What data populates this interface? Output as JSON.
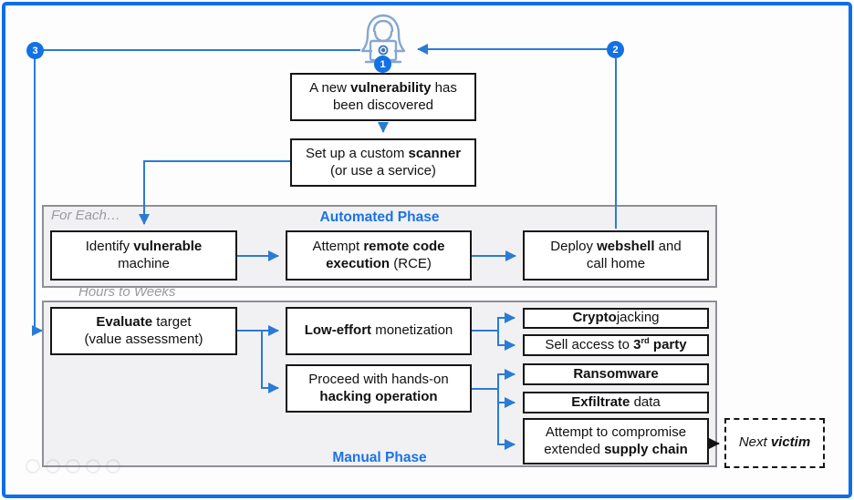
{
  "diagram": {
    "badges": {
      "b1": "1",
      "b2": "2",
      "b3": "3"
    },
    "labels": {
      "for_each": "For Each…",
      "automated_title": "Automated Phase",
      "hours_to_weeks": "Hours to Weeks",
      "manual_title": "Manual Phase"
    },
    "icons": {
      "hacker": "hacker-hoodie-laptop-icon"
    },
    "colors": {
      "frame_blue": "#0d6ee8",
      "arrow_blue": "#2b7bd4",
      "phase_title_blue": "#1a73e8",
      "muted_gray": "#9a9aa0",
      "section_bg": "#f1f1f3",
      "section_border": "#8f8f95",
      "box_border": "#151515",
      "badge_blue": "#1272e4"
    },
    "nodes": {
      "vulnerability": {
        "segments": [
          {
            "t": "A new "
          },
          {
            "t": "vulnerability",
            "b": true
          },
          {
            "t": " has"
          },
          {
            "br": true
          },
          {
            "t": "been discovered"
          }
        ]
      },
      "scanner": {
        "segments": [
          {
            "t": "Set up a custom "
          },
          {
            "t": "scanner",
            "b": true
          },
          {
            "br": true
          },
          {
            "t": "(or use a service)"
          }
        ]
      },
      "identify": {
        "segments": [
          {
            "t": "Identify "
          },
          {
            "t": "vulnerable",
            "b": true
          },
          {
            "br": true
          },
          {
            "t": "machine"
          }
        ]
      },
      "rce": {
        "segments": [
          {
            "t": "Attempt "
          },
          {
            "t": "remote code",
            "b": true
          },
          {
            "br": true
          },
          {
            "t": "execution",
            "b": true
          },
          {
            "t": " (RCE)"
          }
        ]
      },
      "webshell": {
        "segments": [
          {
            "t": "Deploy "
          },
          {
            "t": "webshell",
            "b": true
          },
          {
            "t": " and"
          },
          {
            "br": true
          },
          {
            "t": "call home"
          }
        ]
      },
      "evaluate": {
        "segments": [
          {
            "t": "Evaluate",
            "b": true
          },
          {
            "t": " target"
          },
          {
            "br": true
          },
          {
            "t": "(value assessment)"
          }
        ]
      },
      "low_effort": {
        "segments": [
          {
            "t": "Low-effort",
            "b": true
          },
          {
            "t": " monetization"
          }
        ]
      },
      "hands_on": {
        "segments": [
          {
            "t": "Proceed with hands-on"
          },
          {
            "br": true
          },
          {
            "t": "hacking operation",
            "b": true
          }
        ]
      },
      "cryptojacking": {
        "segments": [
          {
            "t": "Crypto",
            "b": true
          },
          {
            "t": "jacking"
          }
        ]
      },
      "sell_access": {
        "segments": [
          {
            "t": "Sell access to "
          },
          {
            "t": "3",
            "b": true
          },
          {
            "t": "rd",
            "b": true,
            "sup": true
          },
          {
            "t": " party",
            "b": true
          }
        ]
      },
      "ransomware": {
        "segments": [
          {
            "t": "Ransomware",
            "b": true
          }
        ]
      },
      "exfiltrate": {
        "segments": [
          {
            "t": "Exfiltrate",
            "b": true
          },
          {
            "t": " data"
          }
        ]
      },
      "supply_chain": {
        "segments": [
          {
            "t": "Attempt to compromise"
          },
          {
            "br": true
          },
          {
            "t": "extended "
          },
          {
            "t": "supply chain",
            "b": true
          }
        ]
      },
      "next_victim": {
        "segments": [
          {
            "t": "Next ",
            "i": true
          },
          {
            "t": "victim",
            "b": true,
            "i": true
          }
        ]
      }
    }
  }
}
